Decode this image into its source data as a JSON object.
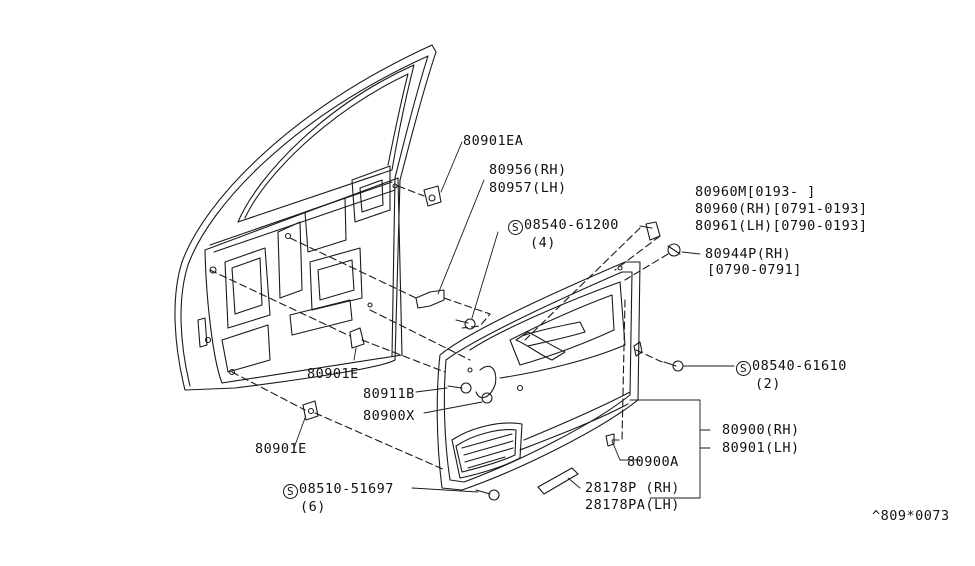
{
  "labels": {
    "p80901EA": "80901EA",
    "p80956": "80956(RH)",
    "p80957": "80957(LH)",
    "p80960M": "80960M[0193-     ]",
    "p80960": "80960(RH)[0791-0193]",
    "p80961": "80961(LH)[0790-0193]",
    "s0854061200": "08540-61200",
    "q4": "(4)",
    "p80944P": "80944P(RH)",
    "p80944P_range": "[0790-0791]",
    "p80901E_upper": "80901E",
    "p80911B": "80911B",
    "p80900X": "80900X",
    "s0854061610": "08540-61610",
    "q2": "(2)",
    "p80900": "80900(RH)",
    "p80901": "80901(LH)",
    "p80900A": "80900A",
    "p80901E_lower": "80901E",
    "s0851051697": "08510-51697",
    "q6": "(6)",
    "p28178P": "28178P  (RH)",
    "p28178PA": "28178PA(LH)",
    "diagram_code": "^809*0073"
  },
  "s_symbol": "S"
}
